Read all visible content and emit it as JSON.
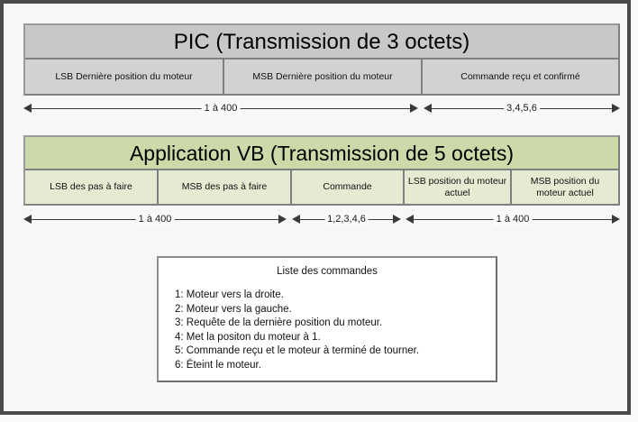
{
  "diagram": {
    "pic_block": {
      "title": "PIC (Transmission de 3 octets)",
      "header_color": "#c8c8c8",
      "cell_color": "#d2d2d2",
      "fields": [
        {
          "label": "LSB Dernière position du moteur"
        },
        {
          "label": "MSB Dernière position du moteur"
        },
        {
          "label": "Commande reçu et confirmé"
        }
      ],
      "ranges": [
        {
          "label": "1 à 400"
        },
        {
          "label": "3,4,5,6"
        }
      ]
    },
    "vb_block": {
      "title": "Application VB (Transmission de 5 octets)",
      "header_color": "#ccd9a8",
      "cell_color": "#e5ebd2",
      "fields": [
        {
          "label": "LSB des pas à faire"
        },
        {
          "label": "MSB des pas à faire"
        },
        {
          "label": "Commande"
        },
        {
          "label": "LSB position du moteur actuel"
        },
        {
          "label": "MSB position du moteur actuel"
        }
      ],
      "ranges": [
        {
          "label": "1 à 400"
        },
        {
          "label": "1,2,3,4,6"
        },
        {
          "label": "1 à 400"
        }
      ]
    },
    "commands_box": {
      "title": "Liste des commandes",
      "items": [
        "1: Moteur vers la droite.",
        "2: Moteur vers la gauche.",
        "3: Requête de la dernière position du moteur.",
        "4: Met la positon du moteur à 1.",
        "5: Commande reçu et le moteur à terminé de tourner.",
        "6: Éteint le moteur."
      ]
    }
  }
}
